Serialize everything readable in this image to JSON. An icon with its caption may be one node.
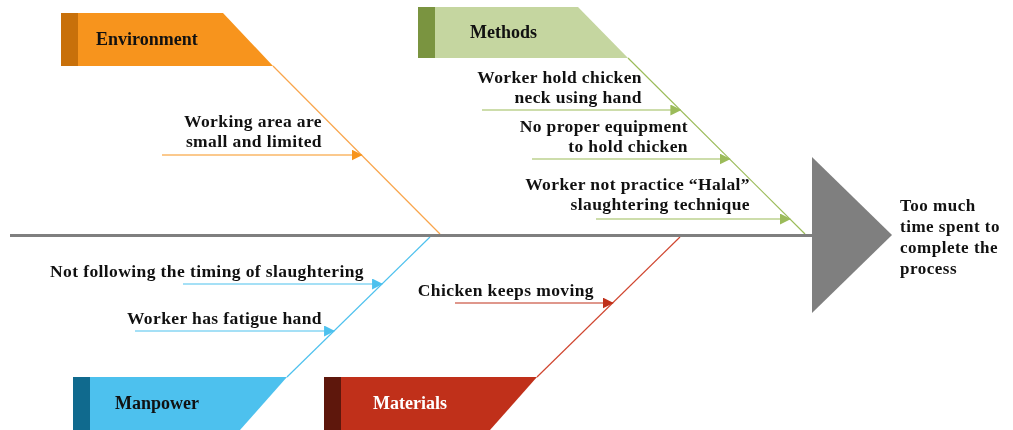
{
  "diagram": {
    "nodes": [
      {
        "text": [
          "Environment"
        ]
      },
      {
        "text": [
          "Methods"
        ]
      },
      {
        "text": [
          "Manpower"
        ]
      },
      {
        "text": [
          "Materials"
        ]
      },
      {
        "text": [],
        "shape": "triangle",
        "beside": [
          "Too much time spent to complete the process"
        ]
      },
      {
        "text": [],
        "shape": "bar"
      },
      {
        "text": [],
        "shape": "line"
      },
      {
        "text": [],
        "shape": "line"
      },
      {
        "text": [],
        "shape": "line"
      },
      {
        "text": [],
        "shape": "line"
      }
    ],
    "edges": [
      {
        "from": null,
        "to": 6,
        "arrow": "to",
        "label": "Working area are small and limited",
        "color": "#f7941d"
      },
      {
        "from": null,
        "to": 9,
        "arrow": "to",
        "label": "Worker hold chicken neck using hand",
        "color": "#9bbb59"
      },
      {
        "from": null,
        "to": 9,
        "arrow": "to",
        "label": "No proper equipment to hold chicken",
        "color": "#9bbb59"
      },
      {
        "from": null,
        "to": 9,
        "arrow": "to",
        "label": "Worker not practice “Halal” slaughtering technique",
        "color": "#9bbb59"
      },
      {
        "from": null,
        "to": 7,
        "arrow": "to",
        "label": "Not following the timing of slaughtering",
        "color": "#4dc1ee"
      },
      {
        "from": null,
        "to": 7,
        "arrow": "to",
        "label": "Worker has fatigue hand",
        "color": "#4dc1ee"
      },
      {
        "from": null,
        "to": 8,
        "arrow": "to",
        "label": "Chicken keeps moving",
        "color": "#c0301a"
      }
    ]
  }
}
